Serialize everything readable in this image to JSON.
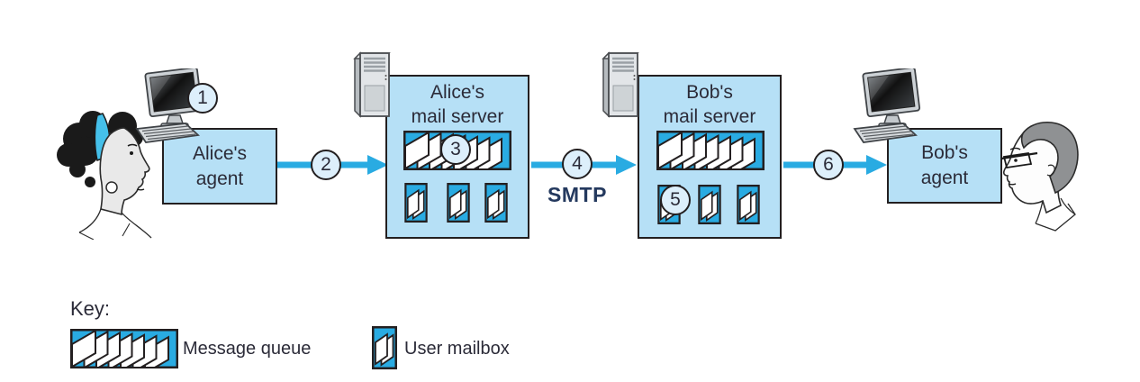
{
  "badges": {
    "b1": "1",
    "b2": "2",
    "b3": "3",
    "b4": "4",
    "b5": "5",
    "b6": "6"
  },
  "protocol": "SMTP",
  "boxes": {
    "alice_agent": {
      "line1": "Alice's",
      "line2": "agent"
    },
    "alice_server": {
      "line1": "Alice's",
      "line2": "mail server"
    },
    "bob_server": {
      "line1": "Bob's",
      "line2": "mail server"
    },
    "bob_agent": {
      "line1": "Bob's",
      "line2": "agent"
    }
  },
  "key": {
    "title": "Key:",
    "message_queue_label": "Message queue",
    "user_mailbox_label": "User mailbox"
  },
  "colors": {
    "accent": "#29abe2",
    "box_fill": "#b6e0f6",
    "badge_fill": "#ddeffb",
    "outline": "#231f20",
    "text": "#2b2b38",
    "protocol_text": "#24395e"
  }
}
